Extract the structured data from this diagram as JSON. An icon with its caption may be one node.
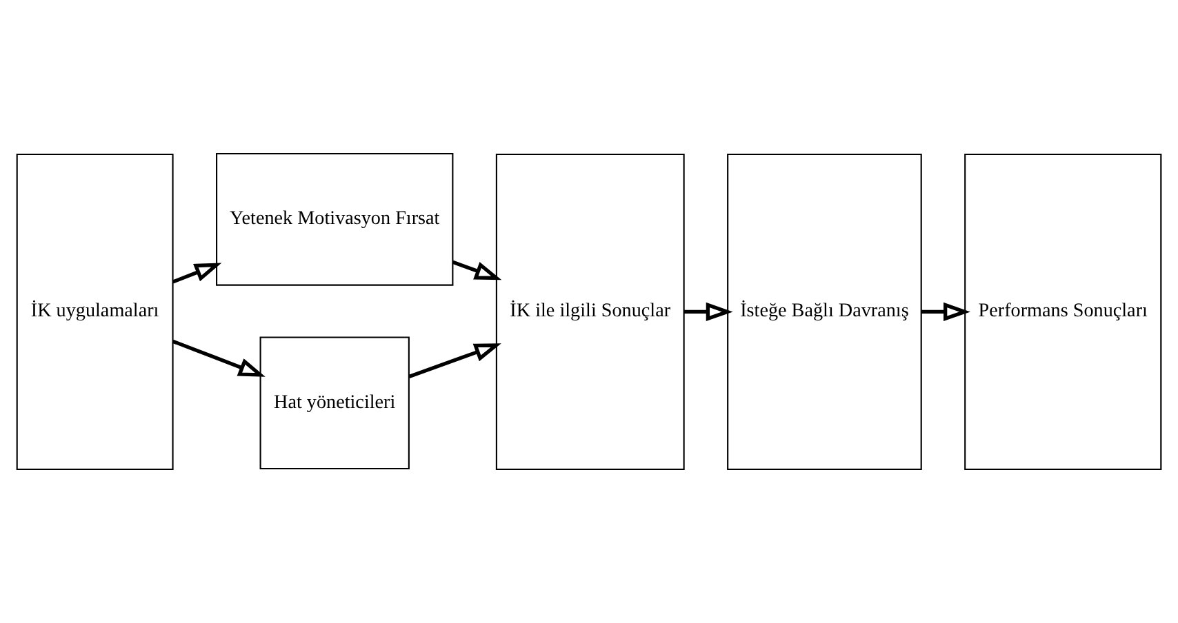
{
  "diagram": {
    "nodes": [
      {
        "text": [
          "İK uygulamaları"
        ]
      },
      {
        "text": [
          "Yetenek Motivasyon Fırsat"
        ]
      },
      {
        "text": [
          "Hat yöneticileri"
        ]
      },
      {
        "text": [
          "İK ile ilgili Sonuçlar"
        ]
      },
      {
        "text": [
          "İsteğe Bağlı Davranış"
        ]
      },
      {
        "text": [
          "Performans Sonuçları"
        ]
      }
    ],
    "edges": [
      {
        "from": 0,
        "to": 1,
        "arrow": "to"
      },
      {
        "from": 0,
        "to": 2,
        "arrow": "to"
      },
      {
        "from": 1,
        "to": 3,
        "arrow": "to"
      },
      {
        "from": 2,
        "to": 3,
        "arrow": "to"
      },
      {
        "from": 3,
        "to": 4,
        "arrow": "to"
      },
      {
        "from": 4,
        "to": 5,
        "arrow": "to"
      }
    ]
  }
}
